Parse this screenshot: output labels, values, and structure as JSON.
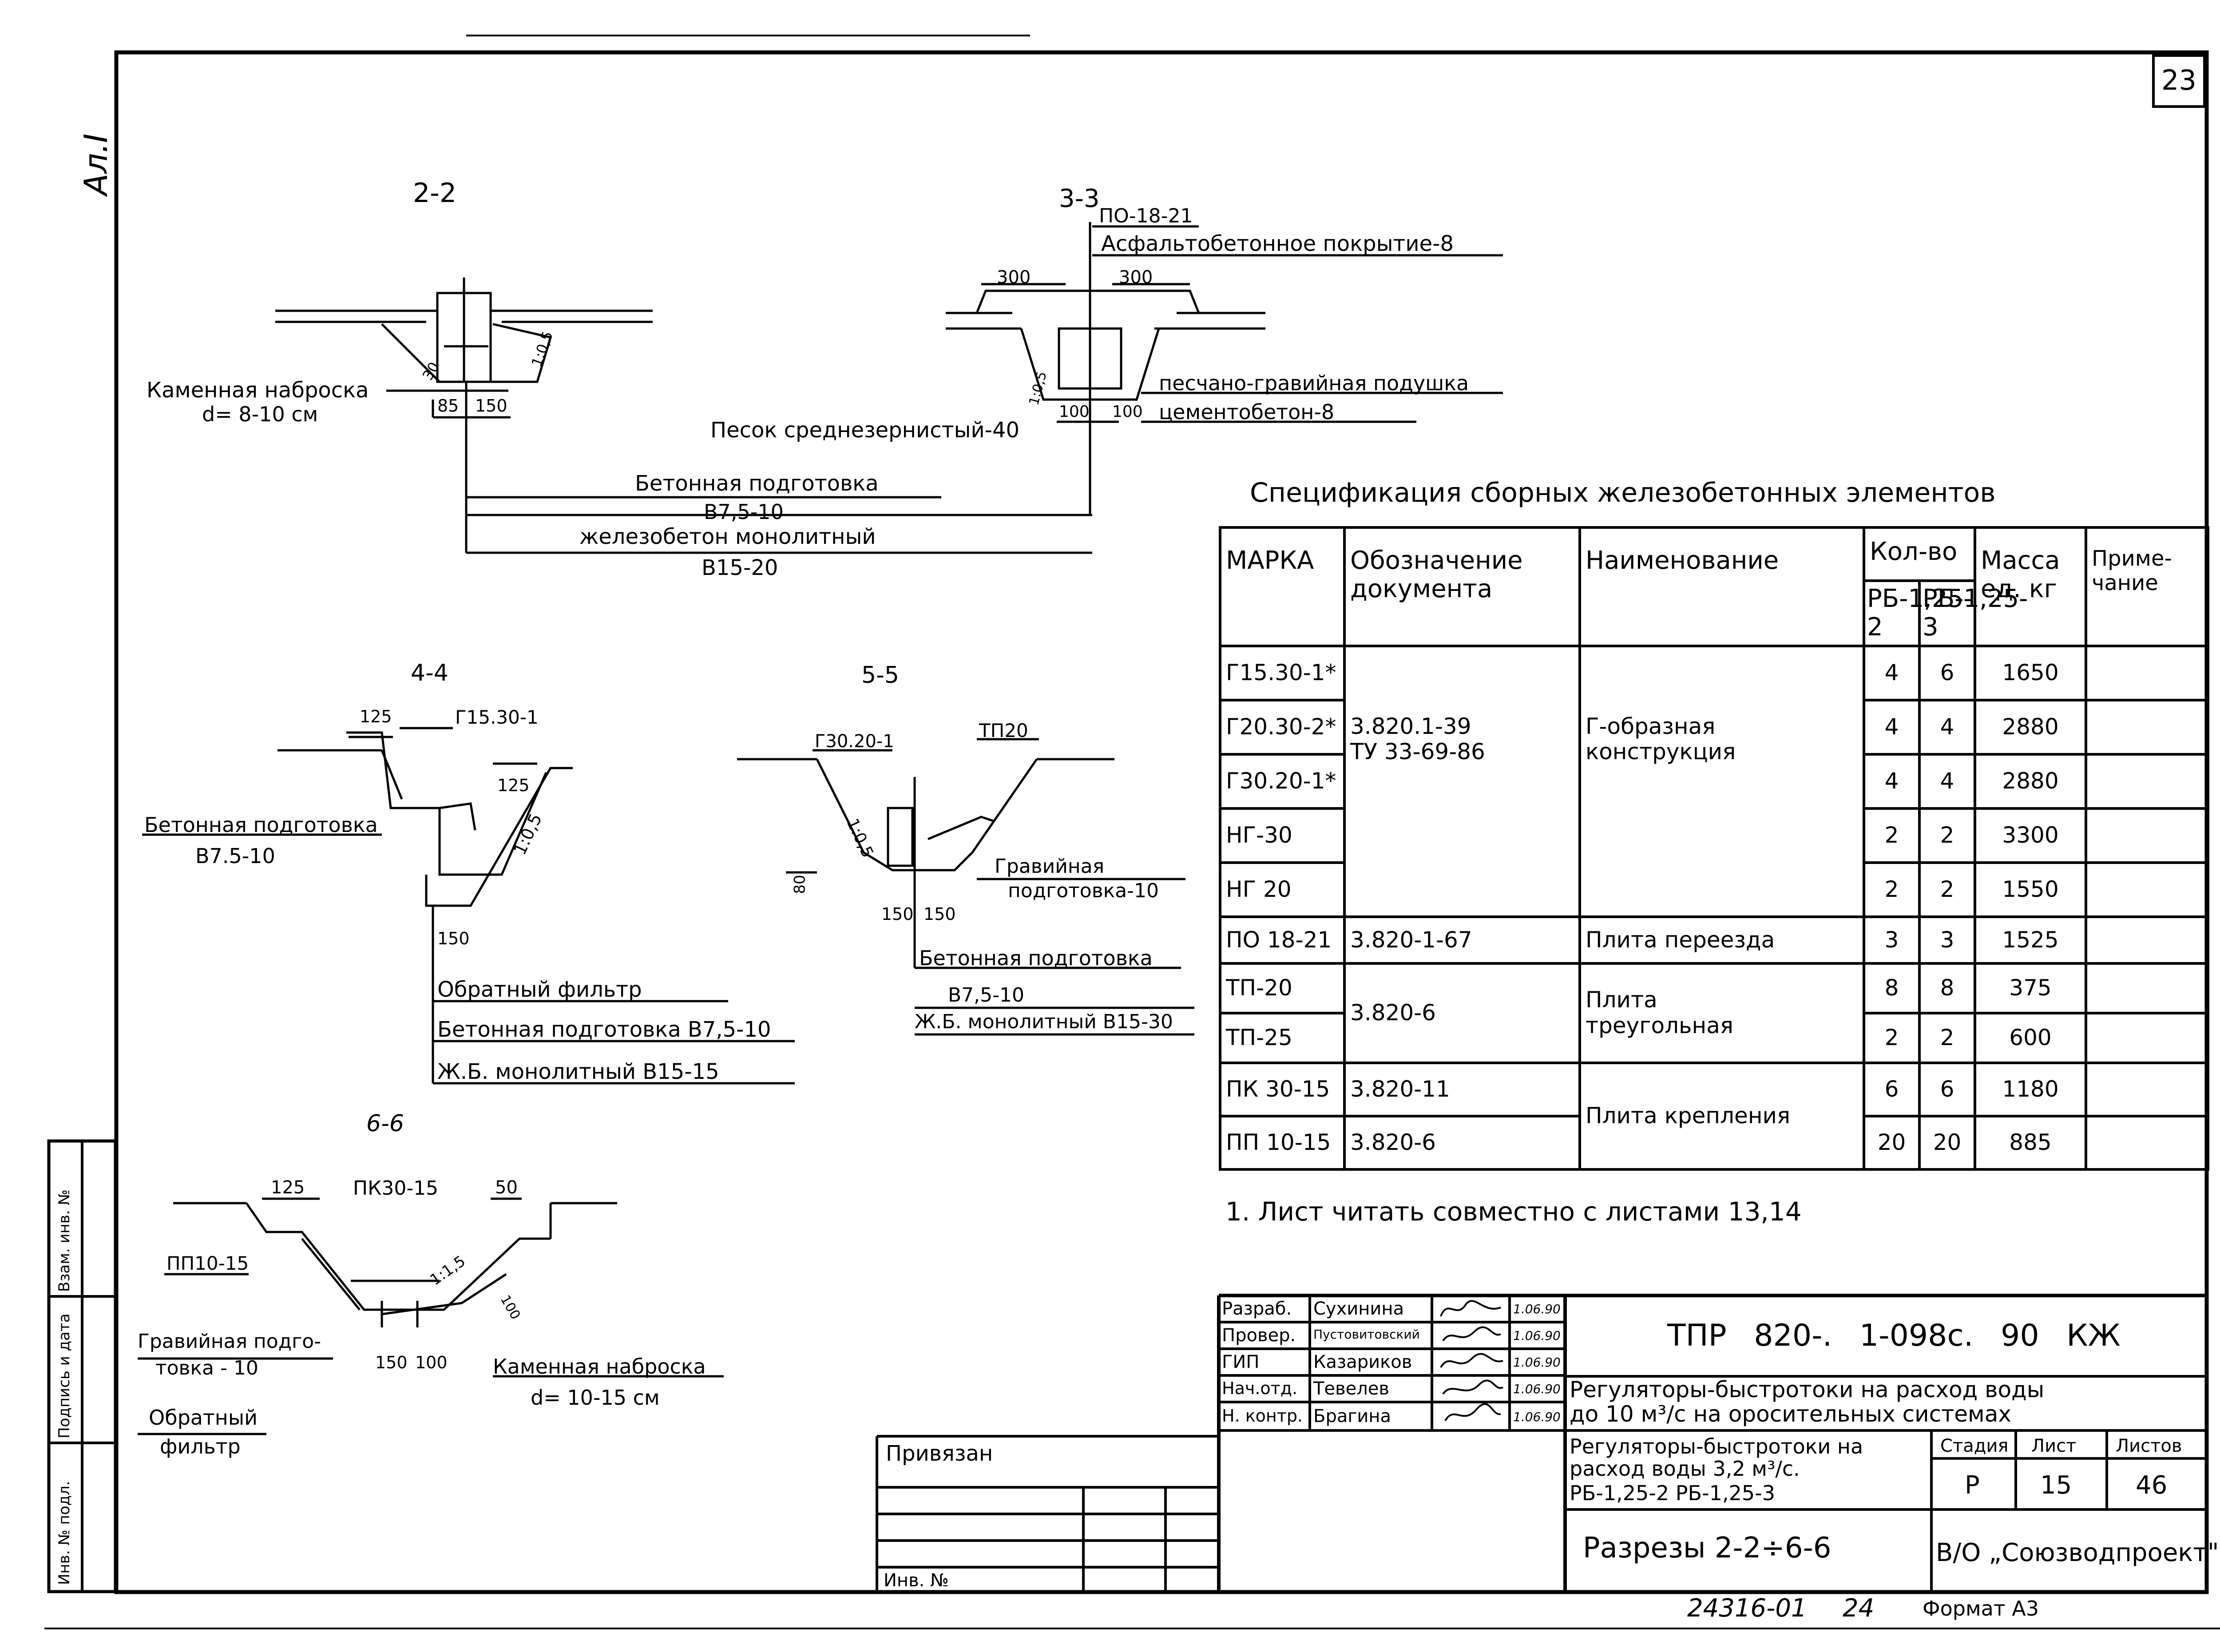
{
  "sheet": {
    "page_number": "23",
    "side_label": "Ал.I",
    "footer_number": "24316-01",
    "footer_page": "24",
    "format_label": "Формат А3"
  },
  "sections": {
    "s22": {
      "title": "2-2",
      "stone_fill": "Каменная наброска",
      "stone_size": "d= 8-10 см",
      "dims": [
        "85",
        "150",
        "30",
        "1:0,5"
      ],
      "sand": "Песок среднезернистый-40",
      "concrete_prep": "Бетонная подготовка",
      "concrete_prep_grade": "В7,5-10",
      "rc_monolith": "железобетон монолитный",
      "rc_grade": "В15-20"
    },
    "s33": {
      "title": "3-3",
      "slab": "ПО-18-21",
      "asphalt": "Асфальтобетонное покрытие-8",
      "dims": [
        "300",
        "300",
        "100",
        "100",
        "1:0,5"
      ],
      "cushion": "песчано-гравийная подушка",
      "cement_concrete": "цементобетон-8"
    },
    "s44": {
      "title": "4-4",
      "element": "Г15.30-1",
      "dims": [
        "125",
        "125",
        "150",
        "1:0,5"
      ],
      "concrete_prep": "Бетонная подготовка",
      "concrete_prep_grade": "В7.5-10",
      "filter": "Обратный фильтр",
      "concrete_prep2": "Бетонная подготовка В7,5-10",
      "rc": "Ж.Б. монолитный В15-15"
    },
    "s55": {
      "title": "5-5",
      "element1": "Г30.20-1",
      "element2": "ТП20",
      "dims": [
        "80",
        "150",
        "150",
        "1:0,5"
      ],
      "gravel": "Гравийная",
      "gravel2": "подготовка-10",
      "concrete_prep": "Бетонная подготовка",
      "concrete_prep_grade": "В7,5-10",
      "rc": "Ж.Б. монолитный В15-30"
    },
    "s66": {
      "title": "6-6",
      "element1": "ПК30-15",
      "element2": "ПП10-15",
      "dims": [
        "125",
        "50",
        "150",
        "100",
        "100",
        "1:1,5"
      ],
      "gravel": "Гравийная подго-",
      "gravel2": "товка - 10",
      "filter": "Обратный",
      "filter2": "фильтр",
      "stone_fill": "Каменная наброска",
      "stone_size": "d= 10-15 см"
    }
  },
  "spec": {
    "title": "Спецификация сборных железобетонных элементов",
    "headers": {
      "mark": "МАРКА",
      "doc": "Обозначение документа",
      "name": "Наименование",
      "qty": "Кол-во",
      "qty1": "РБ-1,25-2",
      "qty2": "РБ-1,25-3",
      "mass": "Масса ед. кг",
      "note": "Приме-чание"
    },
    "rows": [
      {
        "mark": "Г15.30-1*",
        "q1": "4",
        "q2": "6",
        "mass": "1650"
      },
      {
        "mark": "Г20.30-2*",
        "q1": "4",
        "q2": "4",
        "mass": "2880"
      },
      {
        "mark": "Г30.20-1*",
        "q1": "4",
        "q2": "4",
        "mass": "2880"
      },
      {
        "mark": "НГ-30",
        "q1": "2",
        "q2": "2",
        "mass": "3300"
      },
      {
        "mark": "НГ 20",
        "q1": "2",
        "q2": "2",
        "mass": "1550"
      },
      {
        "mark": "ПО 18-21",
        "doc": "3.820-1-67",
        "name": "Плита переезда",
        "q1": "3",
        "q2": "3",
        "mass": "1525"
      },
      {
        "mark": "ТП-20",
        "q1": "8",
        "q2": "8",
        "mass": "375"
      },
      {
        "mark": "ТП-25",
        "q1": "2",
        "q2": "2",
        "mass": "600"
      },
      {
        "mark": "ПК 30-15",
        "doc": "3.820-11",
        "q1": "6",
        "q2": "6",
        "mass": "1180"
      },
      {
        "mark": "ПП 10-15",
        "doc": "3.820-6",
        "q1": "20",
        "q2": "20",
        "mass": "885"
      }
    ],
    "group_g_doc1": "3.820.1-39",
    "group_g_doc2": "ТУ 33-69-86",
    "group_g_name1": "Г-образная",
    "group_g_name2": "конструкция",
    "group_tp_doc": "3.820-6",
    "group_tp_name1": "Плита",
    "group_tp_name2": "треугольная",
    "group_pk_name": "Плита крепления"
  },
  "note": "1. Лист читать совместно с листами 13,14",
  "title_block": {
    "roles": [
      "Разраб.",
      "Провер.",
      "ГИП",
      "Нач.отд.",
      "Н. контр."
    ],
    "names": [
      "Сухинина",
      "Пустовитовский",
      "Казариков",
      "Тевелев",
      "Брагина"
    ],
    "dates": [
      "1.06.90",
      "1.06.90",
      "1.06.90",
      "1.06.90",
      "1.06.90"
    ],
    "code": "ТПР 820-. 1-098с. 90 КЖ",
    "project1": "Регуляторы-быстротоки на расход воды",
    "project2": "до 10 м³/с на оросительных системах",
    "sub1": "Регуляторы-быстротоки на",
    "sub2": "расход воды 3,2 м³/с.",
    "sub3": "РБ-1,25-2  РБ-1,25-3",
    "stage_label": "Стадия",
    "sheet_label": "Лист",
    "sheets_label": "Листов",
    "stage": "Р",
    "sheet": "15",
    "sheets": "46",
    "drawing_title": "Разрезы 2-2÷6-6",
    "org": "В/О „Союзводпроект\""
  },
  "attach": {
    "label": "Привязан",
    "inv": "Инв. №"
  },
  "side_stamp": {
    "labels": [
      "Инв. № подл.",
      "Подпись и дата",
      "Взам. инв. №"
    ]
  }
}
